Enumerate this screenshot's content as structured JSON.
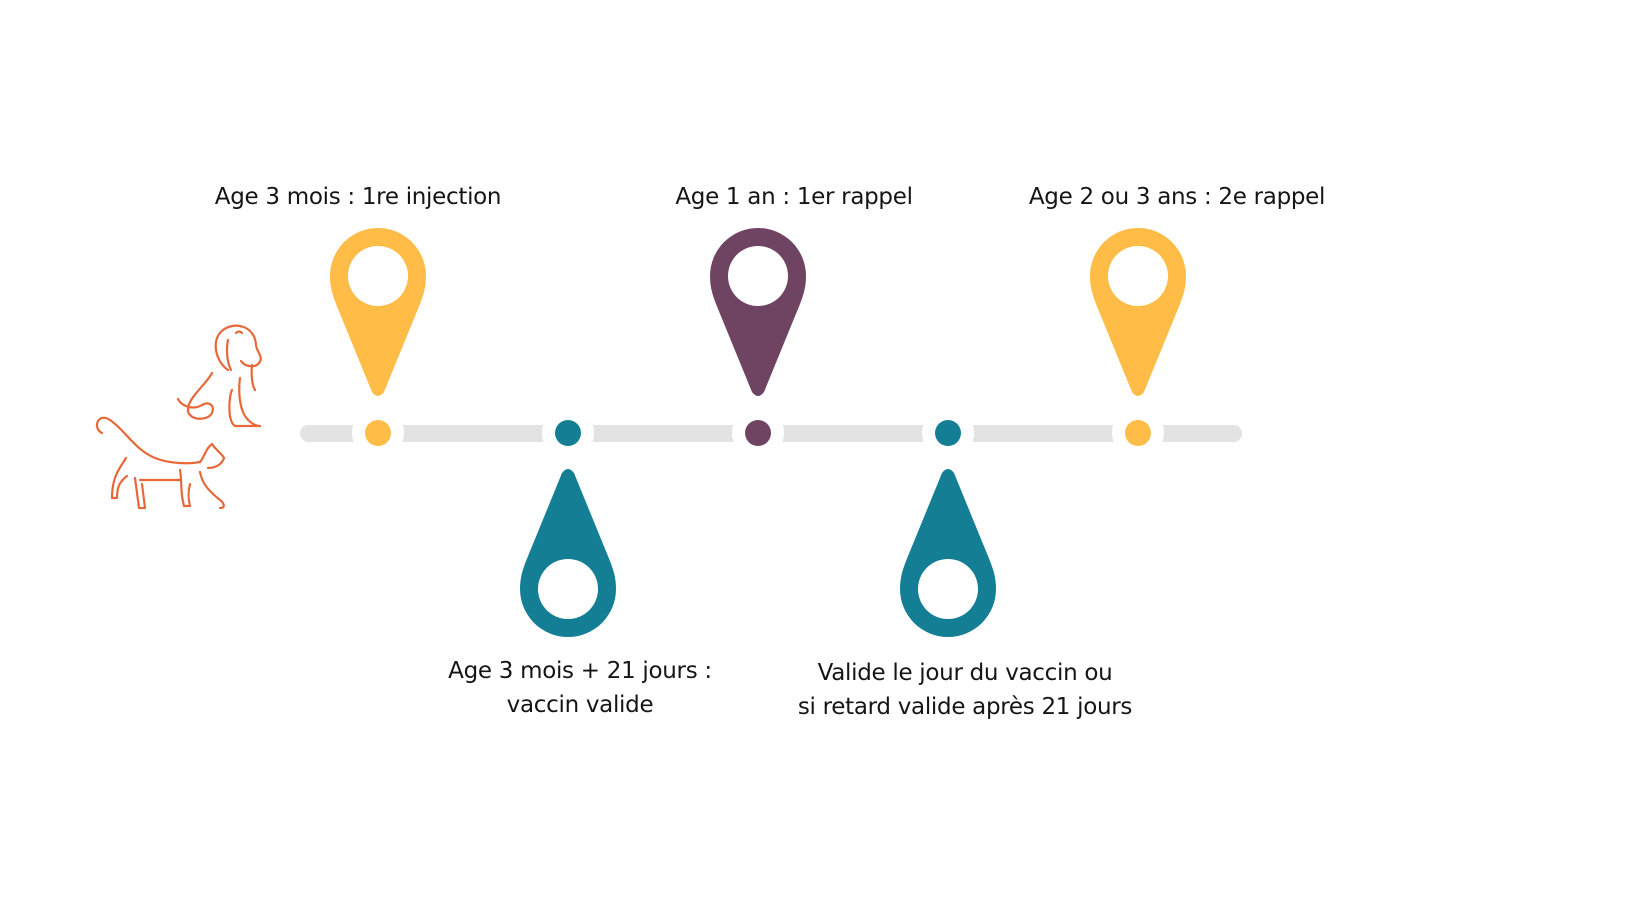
{
  "colors": {
    "yellow": "#FFBD47",
    "purple": "#6F4462",
    "teal": "#147E94",
    "track": "#E3E3E3",
    "illustration": "#E8683A"
  },
  "milestones": [
    {
      "label": "Age 3 mois : 1re injection",
      "position": "top",
      "color": "yellow"
    },
    {
      "label_lines": [
        "Age 3 mois + 21 jours :",
        "vaccin valide"
      ],
      "position": "bottom",
      "color": "teal"
    },
    {
      "label": "Age 1 an : 1er rappel",
      "position": "top",
      "color": "purple"
    },
    {
      "label_lines": [
        "Valide le jour du vaccin ou",
        "si retard valide après 21 jours"
      ],
      "position": "bottom",
      "color": "teal"
    },
    {
      "label": "Age 2 ou 3 ans : 2e rappel",
      "position": "top",
      "color": "yellow"
    }
  ],
  "illustration": {
    "icon": "dog-and-cat-line-art-icon"
  }
}
